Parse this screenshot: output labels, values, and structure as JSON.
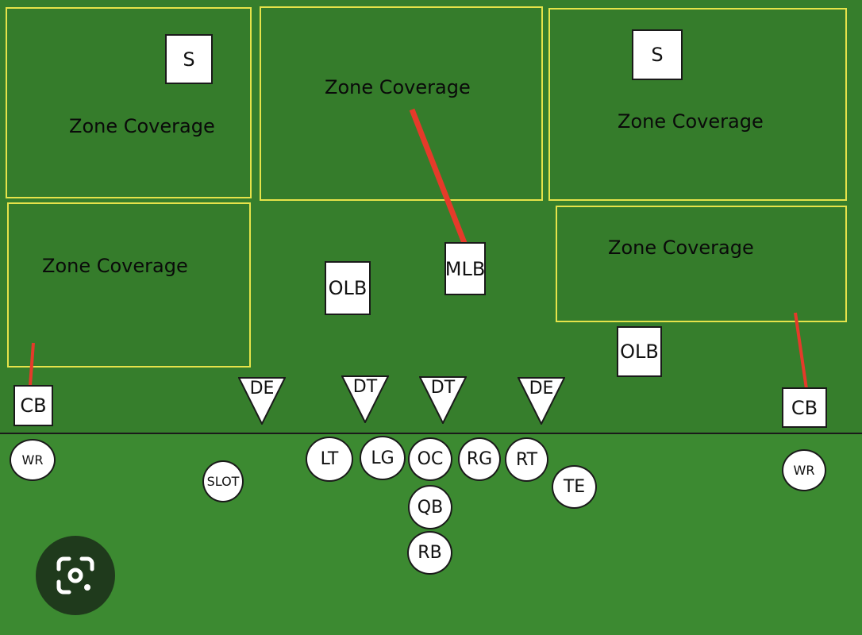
{
  "zones": [
    {
      "id": "deep-left",
      "label": "Zone Coverage"
    },
    {
      "id": "deep-middle",
      "label": "Zone Coverage"
    },
    {
      "id": "deep-right",
      "label": "Zone Coverage"
    },
    {
      "id": "flat-left",
      "label": "Zone Coverage"
    },
    {
      "id": "flat-right",
      "label": "Zone Coverage"
    }
  ],
  "defense": {
    "safety_left": "S",
    "safety_right": "S",
    "mlb": "MLB",
    "olb_left": "OLB",
    "olb_right": "OLB",
    "cb_left": "CB",
    "cb_right": "CB",
    "de_left": "DE",
    "dt_left": "DT",
    "dt_right": "DT",
    "de_right": "DE"
  },
  "offense": {
    "wr_left": "WR",
    "slot": "SLOT",
    "lt": "LT",
    "lg": "LG",
    "oc": "OC",
    "rg": "RG",
    "rt": "RT",
    "te": "TE",
    "qb": "QB",
    "rb": "RB",
    "wr_right": "WR"
  },
  "colors": {
    "field": "#367e2c",
    "zone_border": "#e6e34a",
    "assignment_line": "#e53a2a",
    "lens_button": "#1f3a1c"
  },
  "icons": {
    "lens": "lens-search-icon"
  }
}
